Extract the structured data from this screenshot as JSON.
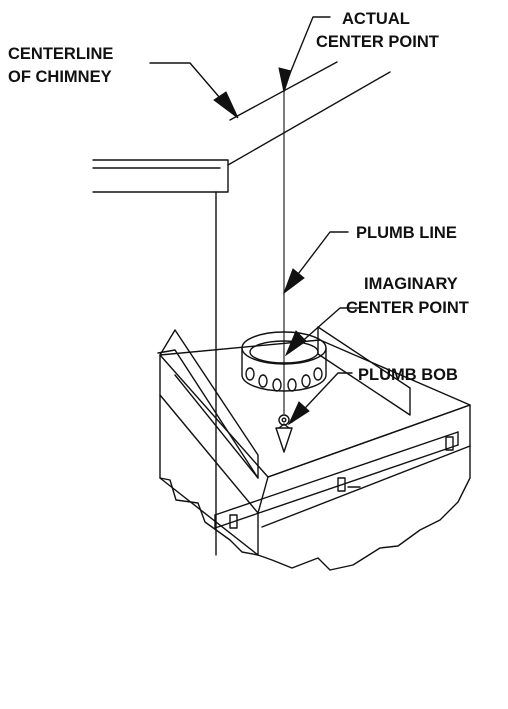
{
  "labels": {
    "actual_center_point": [
      "ACTUAL",
      "CENTER POINT"
    ],
    "centerline_of_chimney": [
      "CENTERLINE",
      "OF CHIMNEY"
    ],
    "plumb_line": "PLUMB LINE",
    "plumb_bob": "PLUMB BOB",
    "imaginary_center_point": [
      "IMAGINARY",
      "CENTER POINT"
    ]
  },
  "colors": {
    "ink": "#111111",
    "background": "#ffffff"
  }
}
